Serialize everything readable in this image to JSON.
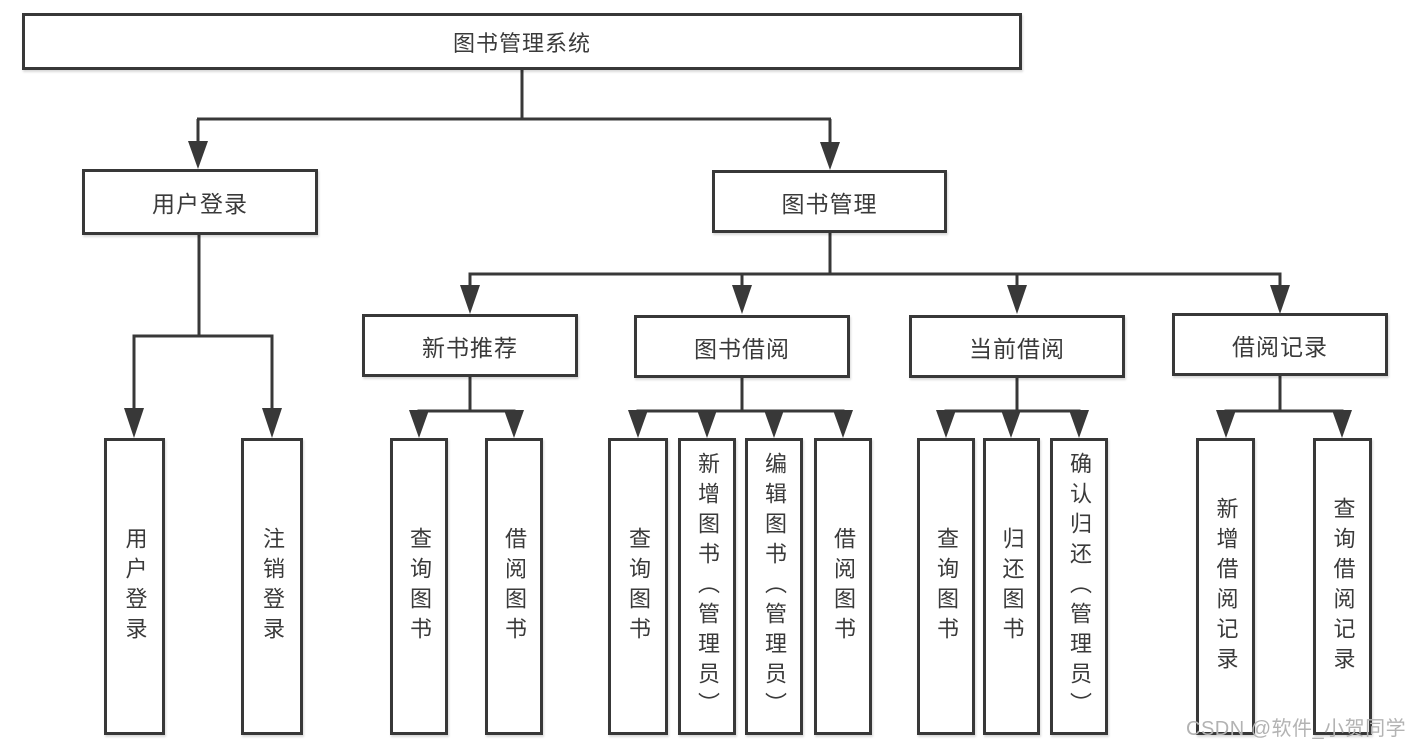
{
  "diagram": {
    "root": {
      "label": "图书管理系统"
    },
    "branches": [
      {
        "label": "用户登录",
        "children": [
          {
            "label": "用户登录"
          },
          {
            "label": "注销登录"
          }
        ]
      },
      {
        "label": "图书管理",
        "children": [
          {
            "label": "新书推荐",
            "children": [
              {
                "label": "查询图书"
              },
              {
                "label": "借阅图书"
              }
            ]
          },
          {
            "label": "图书借阅",
            "children": [
              {
                "label": "查询图书"
              },
              {
                "label": "新增图书（管理员）"
              },
              {
                "label": "编辑图书（管理员）"
              },
              {
                "label": "借阅图书"
              }
            ]
          },
          {
            "label": "当前借阅",
            "children": [
              {
                "label": "查询图书"
              },
              {
                "label": "归还图书"
              },
              {
                "label": "确认归还（管理员）"
              }
            ]
          },
          {
            "label": "借阅记录",
            "children": [
              {
                "label": "新增借阅记录"
              },
              {
                "label": "查询借阅记录"
              }
            ]
          }
        ]
      }
    ]
  },
  "watermark": {
    "text": "CSDN @软件_小贺同学",
    "color": "#b3b3b3"
  },
  "colors": {
    "line": "#383838",
    "text": "#3a3a3a",
    "background": "#ffffff"
  }
}
